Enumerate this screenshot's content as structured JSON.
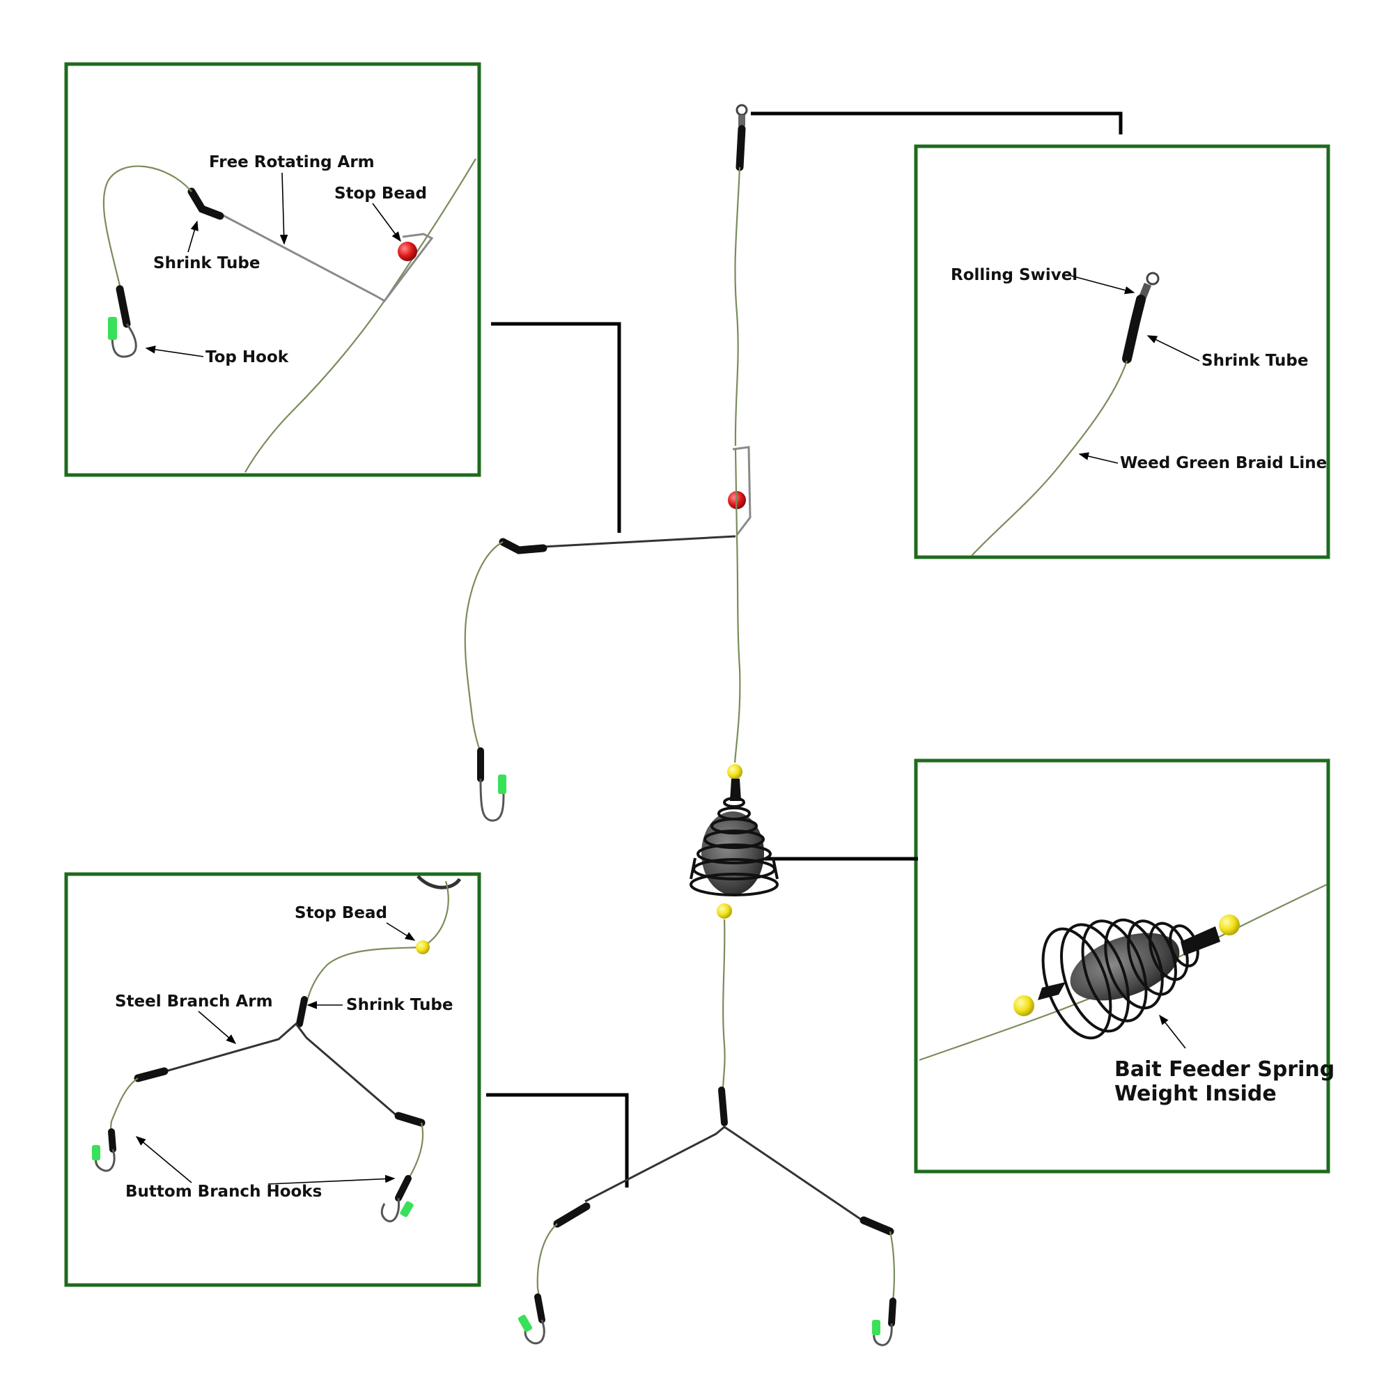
{
  "labels": {
    "free_rotating_arm": "Free Rotating Arm",
    "stop_bead_top": "Stop Bead",
    "shrink_tube_top": "Shrink Tube",
    "top_hook": "Top Hook",
    "rolling_swivel": "Rolling Swivel",
    "shrink_tube_right": "Shrink Tube",
    "weed_green_braid_line": "Weed Green Braid Line",
    "stop_bead_bottom": "Stop Bead",
    "steel_branch_arm": "Steel Branch Arm",
    "shrink_tube_bottom": "Shrink Tube",
    "buttom_branch_hooks": "Buttom Branch Hooks",
    "bait_feeder_line1": "Bait Feeder Spring",
    "bait_feeder_line2": "Weight Inside"
  },
  "colors": {
    "frame_green": "#1e6b1e",
    "braid_green": "#7a8c5a",
    "red_bead": "#e01818",
    "yellow_bead": "#f2e21a",
    "hook_tip_green": "#39e05a"
  }
}
